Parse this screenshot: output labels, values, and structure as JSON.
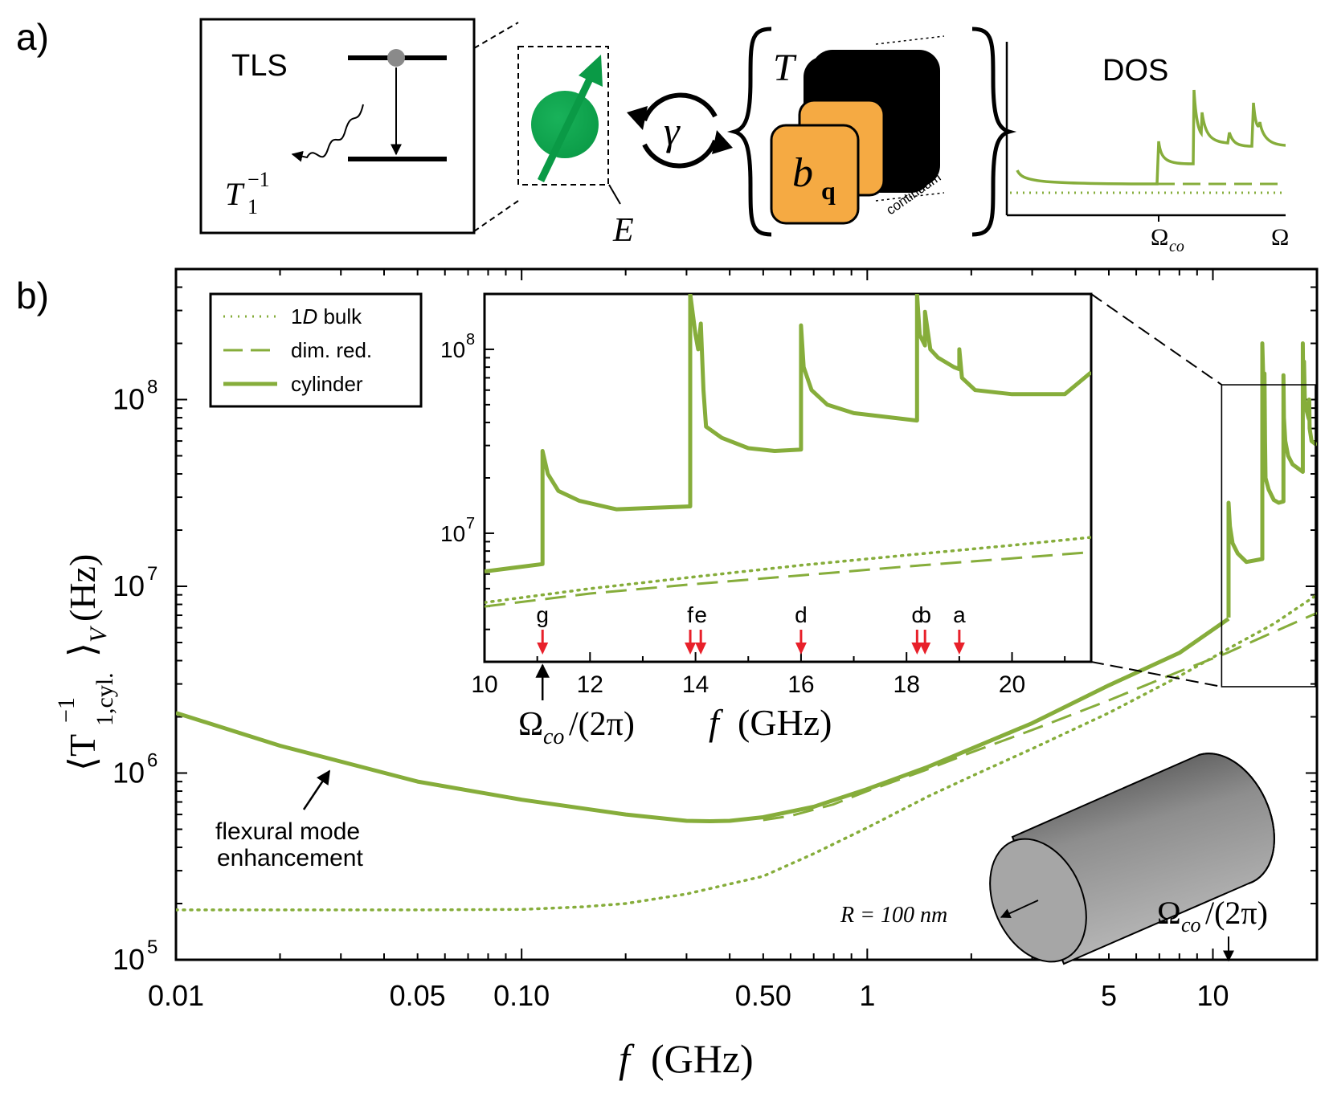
{
  "panel_labels": {
    "a": "a)",
    "b": "b)"
  },
  "panel_a": {
    "tls_title": "TLS",
    "t1_inverse": "T",
    "t1_sub": "1",
    "t1_sup": "−1",
    "coupling_symbol": "γ",
    "field_symbol": "E",
    "bath_temperature": "T",
    "boson_mode": "b",
    "boson_mode_sub": "q",
    "continuum": "continuum",
    "dos_title": "DOS",
    "dos_xtick_cutoff": "Ω",
    "dos_xtick_cutoff_sub": "co",
    "dos_xlabel": "Ω",
    "colors": {
      "spin": "#0a9a46",
      "mode_box": "#f5aa43",
      "bath_box": "#000000",
      "curve": "#86ad3b"
    }
  },
  "main_plot": {
    "ylabel_main": "⟨T",
    "ylabel_sub": "1,cyl.",
    "ylabel_sup": "−1",
    "ylabel_after": "⟩",
    "ylabel_v": "V",
    "ylabel_unit": "(Hz)",
    "xlabel_var": "f",
    "xlabel_unit": "(GHz)",
    "ytick_base": "10",
    "annotation_line1": "flexural mode",
    "annotation_line2": "enhancement",
    "radius_label": "R = 100 nm",
    "cutoff_label": "Ω",
    "cutoff_label_sub": "co",
    "cutoff_label_tail": "/(2π)",
    "colors": {
      "curve": "#86ad3b",
      "cylinder_dark": "#555555",
      "cylinder_light": "#bdbdbd"
    }
  },
  "inset": {
    "xlabel_var": "f",
    "xlabel_unit": "(GHz)",
    "cutoff_label": "Ω",
    "cutoff_label_sub": "co",
    "cutoff_label_tail": "/(2π)",
    "ytick_base": "10",
    "mode_markers": [
      {
        "label": "g",
        "f": 11.1
      },
      {
        "label": "f",
        "f": 13.9
      },
      {
        "label": "e",
        "f": 14.1
      },
      {
        "label": "d",
        "f": 16.0
      },
      {
        "label": "c",
        "f": 18.2
      },
      {
        "label": "b",
        "f": 18.35
      },
      {
        "label": "a",
        "f": 19.0
      }
    ],
    "marker_color": "#e8202a"
  },
  "legend": [
    {
      "label_pre": "1",
      "label_italic": "D",
      "label_post": " bulk",
      "style": "dotted"
    },
    {
      "label_pre": "dim. red.",
      "label_italic": "",
      "label_post": "",
      "style": "dashed"
    },
    {
      "label_pre": "cylinder",
      "label_italic": "",
      "label_post": "",
      "style": "solid"
    }
  ],
  "chart_data": [
    {
      "type": "line",
      "xscale": "log",
      "yscale": "log",
      "xlabel": "f (GHz)",
      "ylabel": "⟨T_{1,cyl.}^{-1}⟩_V (Hz)",
      "xlim": [
        0.01,
        20
      ],
      "ylim": [
        100000,
        500000000
      ],
      "xticks": [
        "0.01",
        "0.05",
        "0.10",
        "0.50",
        "1",
        "5",
        "10"
      ],
      "xtick_values": [
        0.01,
        0.05,
        0.1,
        0.5,
        1,
        5,
        10
      ],
      "ytick_exponents": [
        5,
        6,
        7,
        8
      ],
      "legend_position": "top-left",
      "series": [
        {
          "name": "1D bulk",
          "style": "dotted",
          "x": [
            0.01,
            0.02,
            0.05,
            0.1,
            0.15,
            0.2,
            0.3,
            0.5,
            0.7,
            1,
            1.5,
            2,
            3,
            5,
            8,
            11,
            15,
            20
          ],
          "y": [
            185000,
            185000,
            185000,
            186000,
            192000,
            200000,
            225000,
            280000,
            370000,
            510000,
            750000,
            960000,
            1350000,
            2100000,
            3300000,
            4600000,
            6300000,
            9000000
          ]
        },
        {
          "name": "dim. red.",
          "style": "dashed",
          "x": [
            0.5,
            0.6,
            0.8,
            1,
            1.5,
            2,
            3,
            5,
            8,
            11,
            15,
            20
          ],
          "y": [
            560000,
            590000,
            680000,
            800000,
            1050000,
            1290000,
            1700000,
            2450000,
            3500000,
            4400000,
            5700000,
            7200000
          ]
        },
        {
          "name": "cylinder",
          "style": "solid",
          "x": [
            0.01,
            0.02,
            0.05,
            0.1,
            0.2,
            0.3,
            0.35,
            0.4,
            0.5,
            0.7,
            1,
            1.5,
            2,
            3,
            5,
            8,
            11.1
          ],
          "y": [
            2100000,
            1400000,
            900000,
            720000,
            600000,
            555000,
            552000,
            555000,
            580000,
            660000,
            820000,
            1080000,
            1350000,
            1850000,
            2950000,
            4400000,
            6700000
          ]
        }
      ]
    },
    {
      "type": "line",
      "title": "inset",
      "xscale": "linear",
      "yscale": "log",
      "xlim": [
        10,
        21.5
      ],
      "ylim": [
        2000000,
        200000000
      ],
      "xticks": [
        "10",
        "12",
        "14",
        "16",
        "18",
        "20"
      ],
      "xtick_values": [
        10,
        12,
        14,
        16,
        18,
        20
      ],
      "ytick_exponents": [
        7,
        8
      ],
      "series": [
        {
          "name": "1D bulk",
          "style": "dotted",
          "x": [
            10,
            12,
            14,
            16,
            18,
            20,
            21.5
          ],
          "y": [
            4200000,
            5000000,
            5800000,
            6700000,
            7600000,
            8600000,
            9500000
          ]
        },
        {
          "name": "dim. red.",
          "style": "dashed",
          "x": [
            10,
            12,
            14,
            16,
            18,
            20,
            21.5
          ],
          "y": [
            4000000,
            4700000,
            5300000,
            5900000,
            6600000,
            7300000,
            7900000
          ]
        },
        {
          "name": "cylinder",
          "style": "solid",
          "x": [
            10,
            11.1,
            11.1,
            11.2,
            11.4,
            11.8,
            12.5,
            13.9,
            13.9,
            13.95,
            14.0,
            14.05,
            14.1,
            14.15,
            14.2,
            14.5,
            15,
            15.5,
            16.0,
            16.0,
            16.05,
            16.2,
            16.5,
            17,
            18.2,
            18.2,
            18.25,
            18.35,
            18.35,
            18.45,
            18.6,
            18.9,
            19.0,
            19.0,
            19.05,
            19.3,
            20,
            21,
            21.5
          ],
          "y": [
            6200000,
            6800000,
            28000000,
            21000000,
            17000000,
            15000000,
            13500000,
            14000000,
            200000000,
            155000000,
            120000000,
            100000000,
            138000000,
            60000000,
            38000000,
            33000000,
            29000000,
            28000000,
            28500000,
            135000000,
            80000000,
            60000000,
            50000000,
            45000000,
            41000000,
            200000000,
            120000000,
            105000000,
            160000000,
            100000000,
            90000000,
            80000000,
            78000000,
            100000000,
            70000000,
            60000000,
            57000000,
            57000000,
            75000000
          ]
        }
      ]
    },
    {
      "type": "line",
      "title": "DOS",
      "xlabel": "Ω",
      "series": [
        {
          "name": "cylinder",
          "style": "solid"
        },
        {
          "name": "dim. red.",
          "style": "dashed"
        },
        {
          "name": "1D bulk",
          "style": "dotted"
        }
      ]
    }
  ]
}
